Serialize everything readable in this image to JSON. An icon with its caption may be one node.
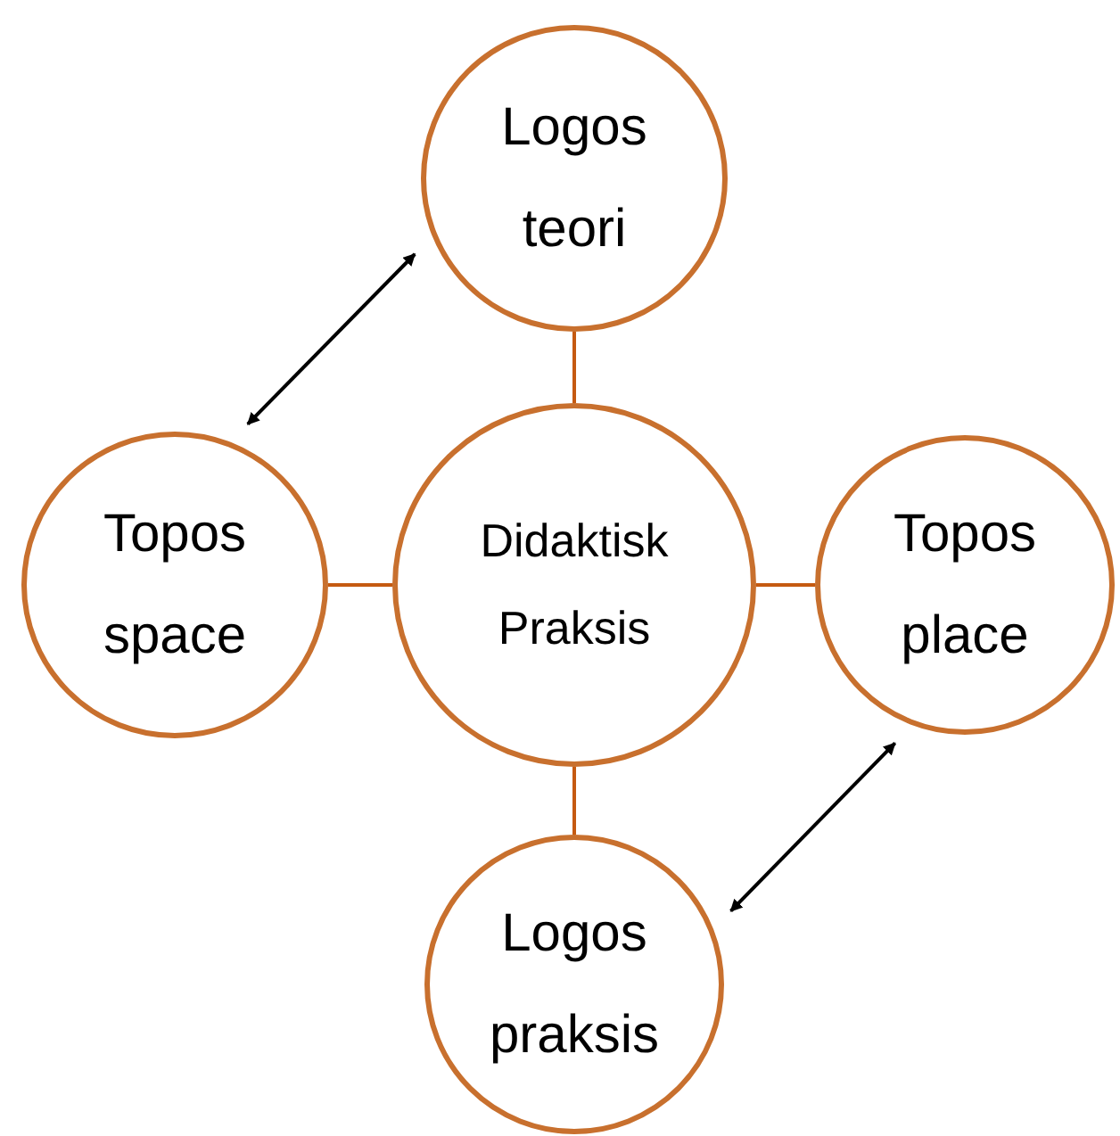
{
  "diagram": {
    "nodes": [
      {
        "text": [
          "Logos teori"
        ]
      },
      {
        "text": [
          "Topos space"
        ]
      },
      {
        "text": [
          "Didaktisk Praksis"
        ]
      },
      {
        "text": [
          "Topos place"
        ]
      },
      {
        "text": [
          "Logos praksis"
        ]
      }
    ],
    "edges": [
      {
        "from": 2,
        "to": 0,
        "arrow": "none",
        "color": "#c55a11"
      },
      {
        "from": 2,
        "to": 1,
        "arrow": "none",
        "color": "#c55a11"
      },
      {
        "from": 2,
        "to": 3,
        "arrow": "none",
        "color": "#c55a11"
      },
      {
        "from": 2,
        "to": 4,
        "arrow": "none",
        "color": "#c55a11"
      },
      {
        "from": 0,
        "to": 1,
        "arrow": "both",
        "color": "#000000"
      },
      {
        "from": 3,
        "to": 4,
        "arrow": "both",
        "color": "#000000"
      }
    ]
  }
}
